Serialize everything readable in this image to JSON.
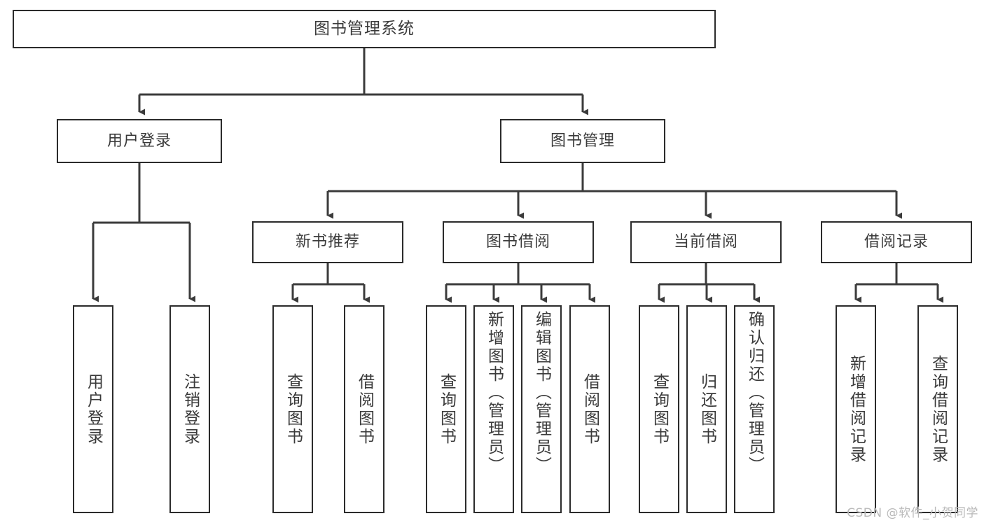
{
  "diagram": {
    "type": "tree",
    "title": "图书管理系统",
    "watermark": "CSDN @软件_小贺同学",
    "colors": {
      "box_border": "#2b2b2b",
      "box_fill": "#ffffff",
      "connector": "#3b3b3b",
      "text": "#3a3a3a",
      "watermark": "#b9b9b9",
      "background": "#ffffff"
    },
    "levels": {
      "root": {
        "label": "图书管理系统"
      },
      "level2": [
        {
          "label": "用户登录"
        },
        {
          "label": "图书管理"
        }
      ],
      "level3": [
        {
          "label": "新书推荐"
        },
        {
          "label": "图书借阅"
        },
        {
          "label": "当前借阅"
        },
        {
          "label": "借阅记录"
        }
      ],
      "leaves": {
        "user_login": [
          {
            "label": "用户登录"
          },
          {
            "label": "注销登录"
          }
        ],
        "new_book_recommend": [
          {
            "label": "查询图书"
          },
          {
            "label": "借阅图书"
          }
        ],
        "book_borrow": [
          {
            "label": "查询图书"
          },
          {
            "label": "新增图书（管理员）"
          },
          {
            "label": "编辑图书（管理员）"
          },
          {
            "label": "借阅图书"
          }
        ],
        "current_borrow": [
          {
            "label": "查询图书"
          },
          {
            "label": "归还图书"
          },
          {
            "label": "确认归还（管理员）"
          }
        ],
        "borrow_record": [
          {
            "label": "新增借阅记录"
          },
          {
            "label": "查询借阅记录"
          }
        ]
      }
    }
  }
}
